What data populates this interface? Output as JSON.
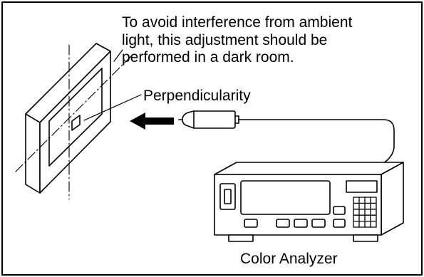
{
  "note": {
    "lines": [
      "To avoid interference from ambient",
      "light, this adjustment should be",
      "performed in a dark room."
    ]
  },
  "callout_label": "Perpendicularity",
  "device_label": "Color Analyzer",
  "colors": {
    "line": "#000000",
    "background": "#ffffff"
  }
}
